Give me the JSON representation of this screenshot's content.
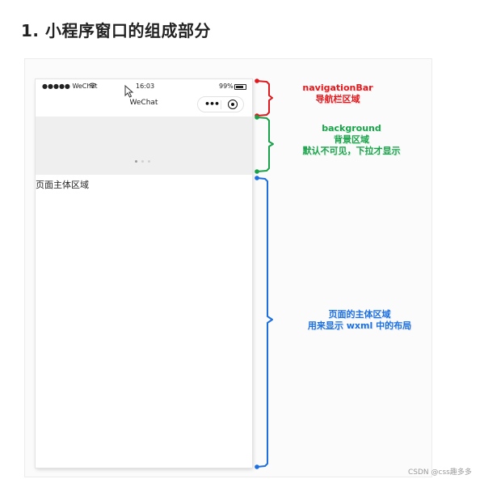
{
  "heading": "1. 小程序窗口的组成部分",
  "phone": {
    "carrier": "●●●●● WeChat",
    "time": "16:03",
    "battery_pct": "99%",
    "nav_title": "WeChat",
    "capsule_dots": "•••",
    "body_label": "页面主体区域"
  },
  "annotations": {
    "navigation": {
      "title": "navigationBar",
      "subtitle": "导航栏区域",
      "color": "#e0191e"
    },
    "background": {
      "title": "background",
      "line2": "背景区域",
      "line3": "默认不可见，下拉才显示",
      "color": "#1aa24a"
    },
    "page_body": {
      "line1": "页面的主体区域",
      "line2": "用来显示 wxml 中的布局",
      "color": "#1d6fe0"
    }
  },
  "colors": {
    "red": "#e0191e",
    "green": "#1aa24a",
    "blue": "#1d6fe0",
    "loading_dot_dark": "#9a9a9a",
    "loading_dot_light": "#d0d0d0"
  },
  "icons": [
    "wifi-icon",
    "battery-icon",
    "cursor-icon",
    "more-dots-icon",
    "close-target-icon"
  ],
  "watermark": "CSDN @css趣多多"
}
